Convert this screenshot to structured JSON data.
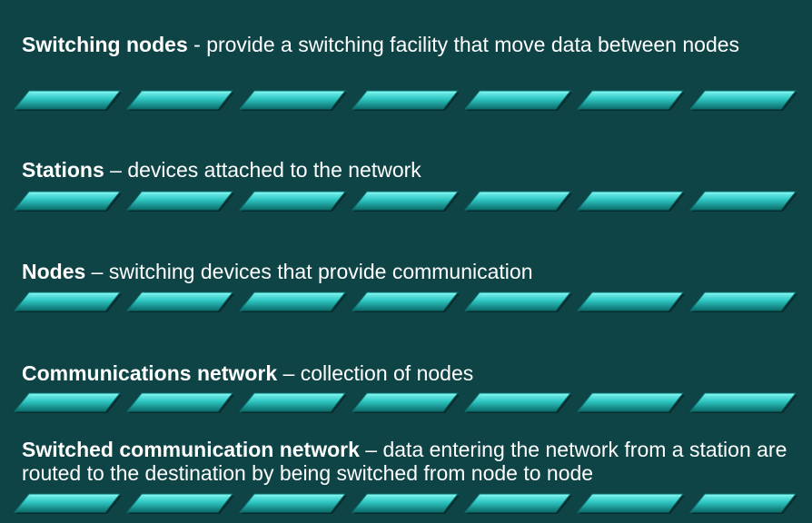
{
  "definitions": [
    {
      "term": "Switching nodes",
      "separator": " - ",
      "text": "provide a switching facility that move data between nodes"
    },
    {
      "term": "Stations",
      "separator": " – ",
      "text": "devices attached to the network"
    },
    {
      "term": "Nodes",
      "separator": " – ",
      "text": "switching devices that provide communication"
    },
    {
      "term": "Communications network",
      "separator": " – ",
      "text": "collection of nodes"
    },
    {
      "term": "Switched communication network",
      "separator": " – ",
      "text": "data entering the network from a station are routed to the destination by being switched from node to node"
    }
  ],
  "colors": {
    "background": "#0f4446",
    "text": "#ffffff",
    "bar_light": "#7ff5f0",
    "bar_mid": "#2fc6c2",
    "bar_dark": "#0b6e6c"
  },
  "decor": {
    "divider_segments": 7
  }
}
